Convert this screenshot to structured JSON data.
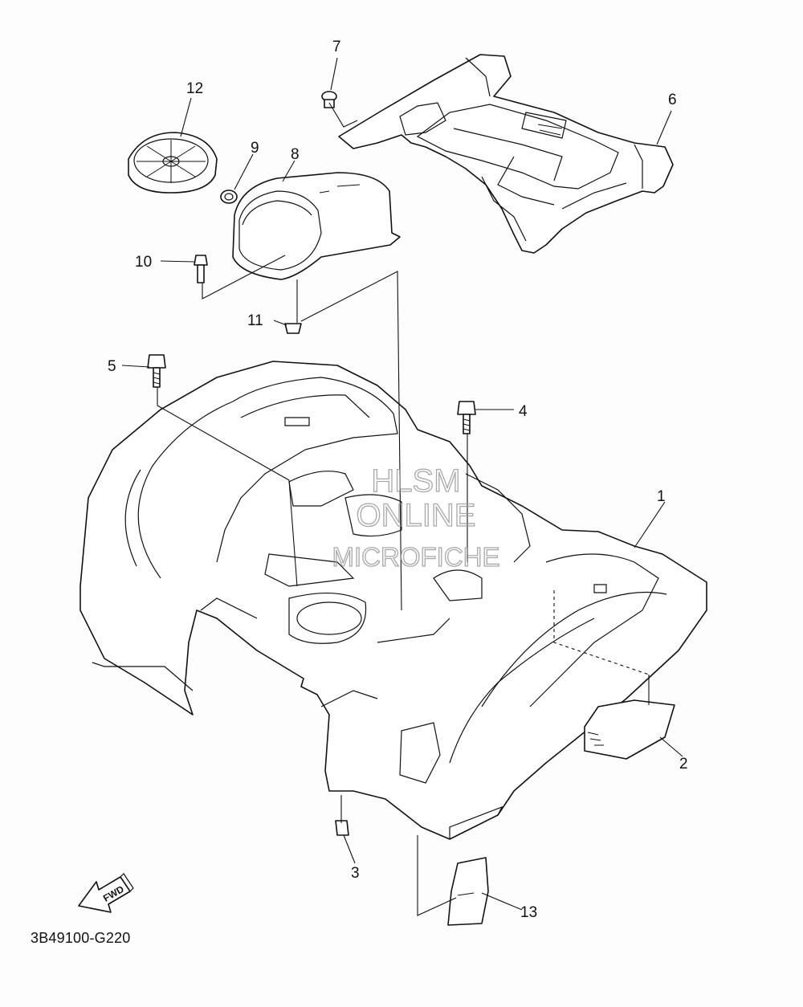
{
  "diagram": {
    "callouts": [
      {
        "id": "1",
        "label": "1"
      },
      {
        "id": "2",
        "label": "2"
      },
      {
        "id": "3",
        "label": "3"
      },
      {
        "id": "4",
        "label": "4"
      },
      {
        "id": "5",
        "label": "5"
      },
      {
        "id": "6",
        "label": "6"
      },
      {
        "id": "7",
        "label": "7"
      },
      {
        "id": "8",
        "label": "8"
      },
      {
        "id": "9",
        "label": "9"
      },
      {
        "id": "10",
        "label": "10"
      },
      {
        "id": "11",
        "label": "11"
      },
      {
        "id": "12",
        "label": "12"
      },
      {
        "id": "13",
        "label": "13"
      }
    ],
    "watermark": {
      "line1": "HLSM",
      "line2": "ONLINE",
      "line3": "MICROFICHE"
    },
    "fwd_label": "FWD",
    "reference_code": "3B49100-G220"
  }
}
